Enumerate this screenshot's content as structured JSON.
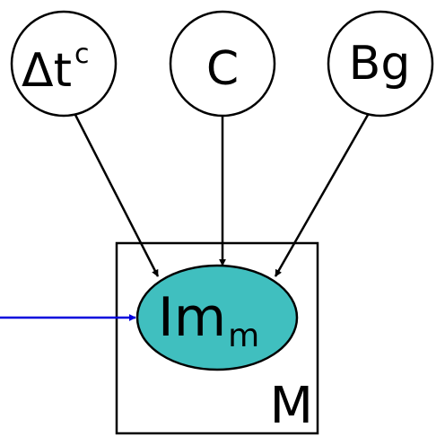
{
  "nodes": {
    "delta_t": {
      "label": "Δt",
      "sup": "c"
    },
    "c": {
      "label": "C"
    },
    "bg": {
      "label": "Bg"
    }
  },
  "center_node": {
    "label": "Im",
    "sub": "m",
    "fill_color": "#40bfbf"
  },
  "plate": {
    "label": "M"
  },
  "colors": {
    "edge": "#000000",
    "input_edge": "#0000dd",
    "node_fill": "#ffffff",
    "stroke": "#000000"
  }
}
